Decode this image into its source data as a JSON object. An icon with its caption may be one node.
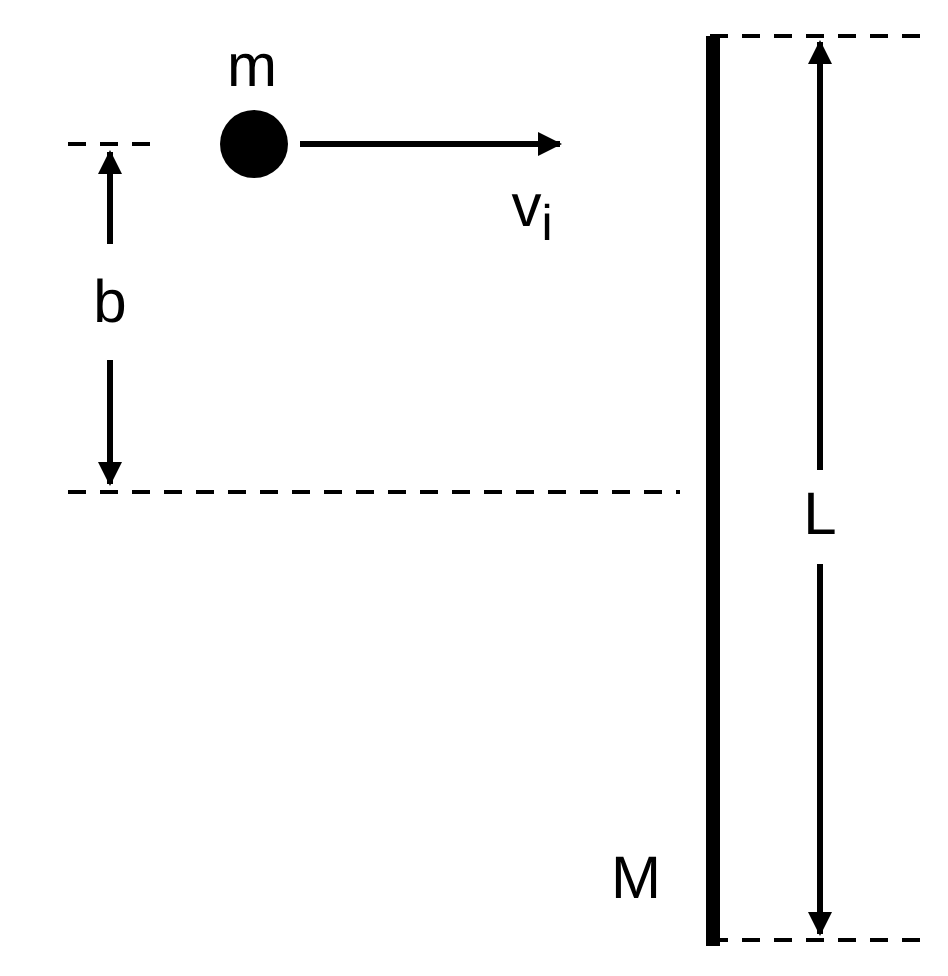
{
  "diagram": {
    "nodes": [
      {
        "text": [],
        "shape": "circle",
        "beside": [
          "m"
        ]
      },
      {
        "text": [],
        "shape": "bar",
        "beside": [
          "M"
        ]
      }
    ],
    "labels": [
      "v$_{i}$",
      "b",
      "L"
    ]
  }
}
